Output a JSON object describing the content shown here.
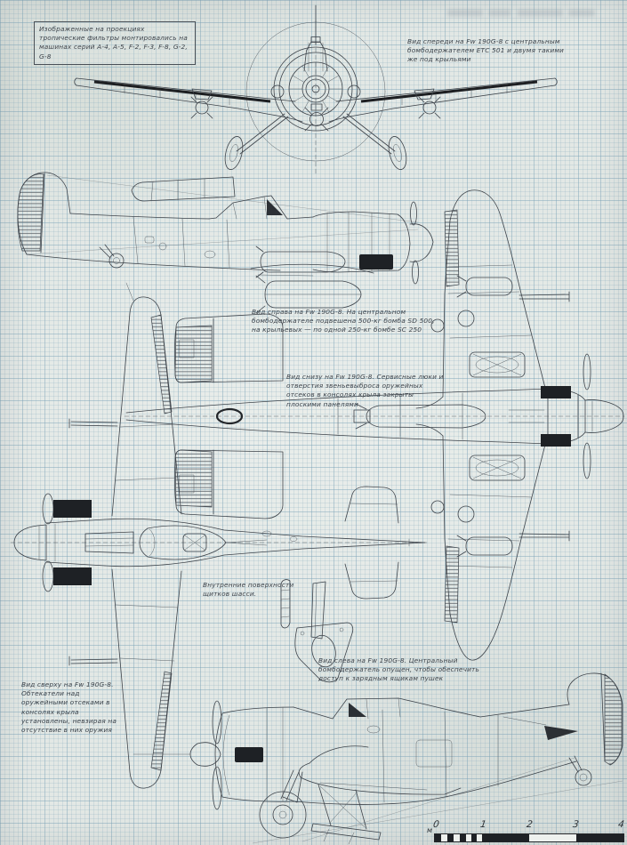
{
  "page": {
    "subject": "Fw 190G-8 scale drawings (five projections) on graph paper",
    "language": "ru"
  },
  "notes": {
    "tropical_filters": "Изображенные на проекциях тропические фильтры монтировались на машинах серий A-4, A-5, F-2, F-3, F-8, G-2, G-8",
    "front_view": "Вид спереди на Fw 190G-8 с центральным бомбодержателем ETC 501 и двумя такими же под крыльями",
    "right_view": "Вид справа на Fw 190G-8. На центральном бомбодержателе подвешена 500-кг бомба SD 500, на крыльевых — по одной 250-кг бомбе SC 250",
    "bottom_view": "Вид снизу на Fw 190G-8. Сервисные люки и отверстия звеньевыброса оружейных отсеков в консолях крыла закрыты плоскими панелями",
    "gear_doors": "Внутренние поверхности щитков шасси.",
    "left_view": "Вид слева на Fw 190G-8. Центральный бомбодержатель опущен, чтобы обеспечить доступ к зарядным ящикам пушек",
    "top_view": "Вид сверху на Fw 190G-8. Обтекатели над оружейными отсеками в консолях крыла установлены, невзирая на отсутствие в них оружия"
  },
  "scale_bar": {
    "unit": "м",
    "ticks": [
      "0",
      "1",
      "2",
      "3",
      "4"
    ]
  },
  "colors": {
    "paper": "#e3e8e5",
    "grid_minor": "#c7d7dd",
    "grid_major": "#b5ccd6",
    "ink": "#3d434a",
    "ink_fill": "#1e2125"
  }
}
